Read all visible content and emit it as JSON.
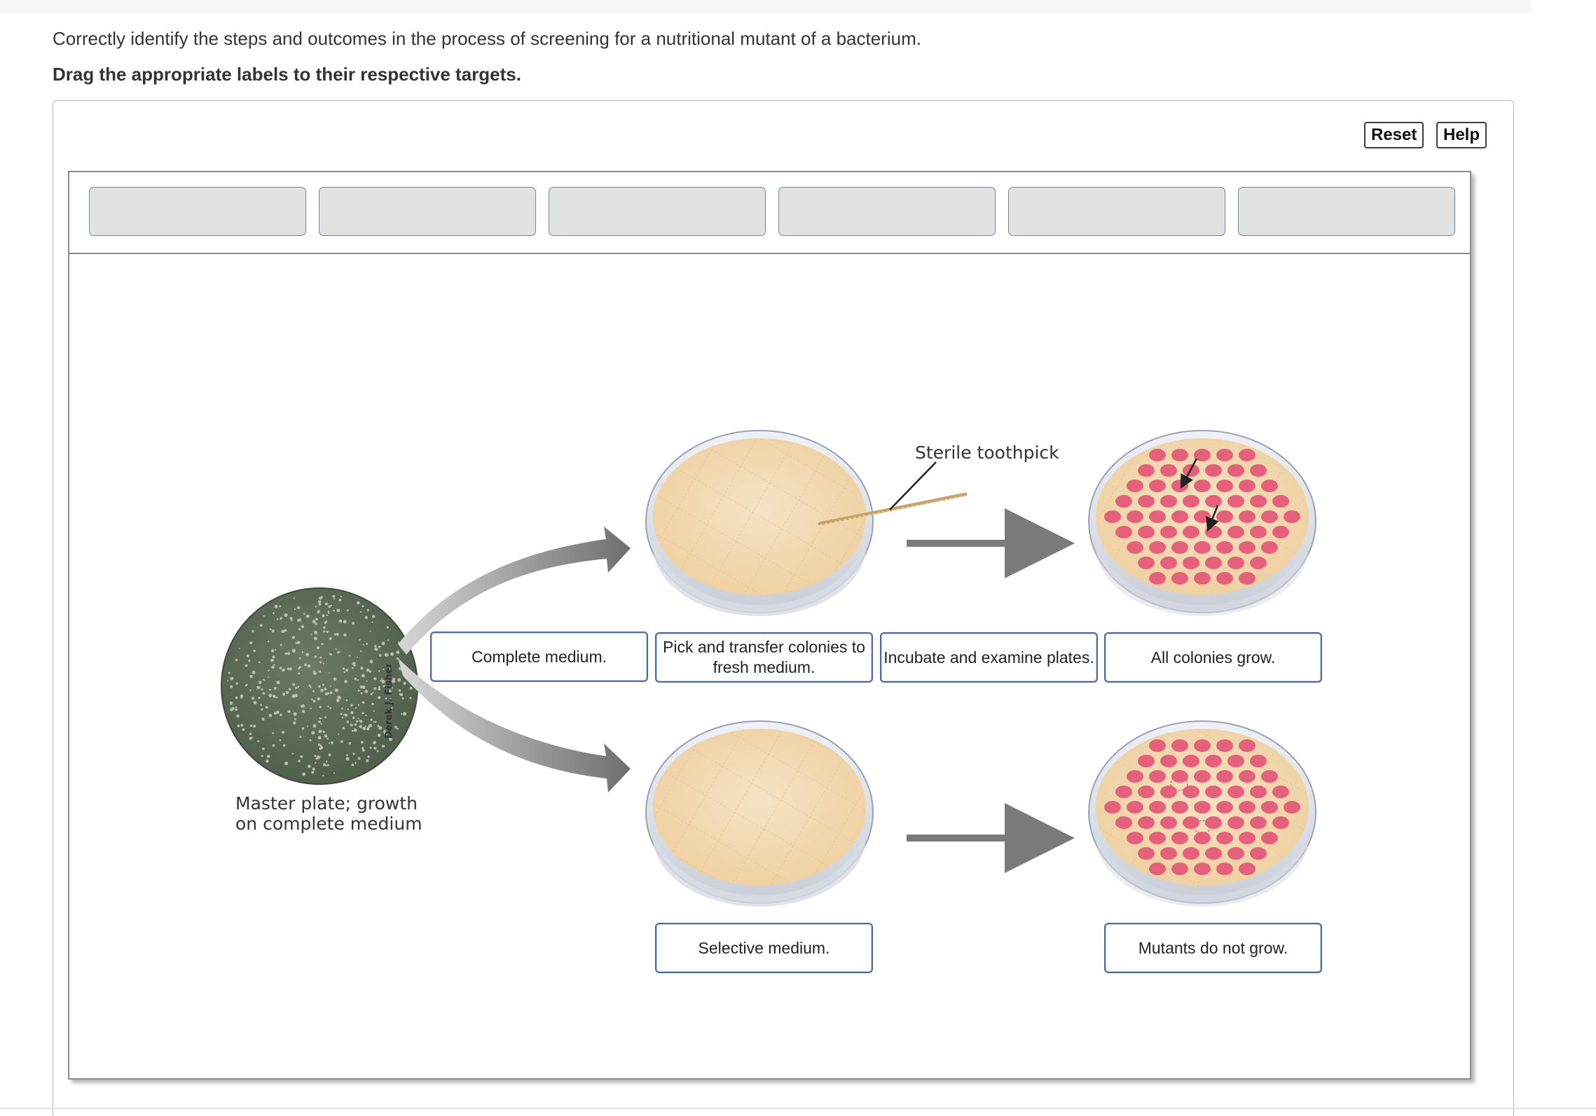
{
  "question": {
    "instruction": "Correctly identify the steps and outcomes in the process of screening for a nutritional mutant of a bacterium.",
    "directive": "Drag the appropriate labels to their respective targets."
  },
  "toolbar": {
    "reset_label": "Reset",
    "help_label": "Help"
  },
  "label_tray": {
    "slots": [
      "",
      "",
      "",
      "",
      "",
      ""
    ]
  },
  "figure": {
    "master_plate_caption_line1": "Master plate; growth",
    "master_plate_caption_line2": "on complete medium",
    "photo_credit": "Derek J. Fisher",
    "toothpick_label": "Sterile toothpick"
  },
  "drop_labels": {
    "complete_medium": "Complete medium.",
    "pick_transfer": "Pick and transfer colonies to fresh medium.",
    "incubate_examine": "Incubate and examine plates.",
    "all_colonies_grow": "All colonies grow.",
    "selective_medium": "Selective medium.",
    "mutants_do_not_grow": "Mutants do not grow."
  },
  "colors": {
    "slot_fill": "#e1e3e3",
    "slot_border": "#6c86b2",
    "label_border": "#4d6a9e",
    "colony_pink": "#e5607a",
    "agar": "#f1d7ae",
    "master_plate": "#5b6b56",
    "arrow_gray": "#7a7a7a"
  }
}
